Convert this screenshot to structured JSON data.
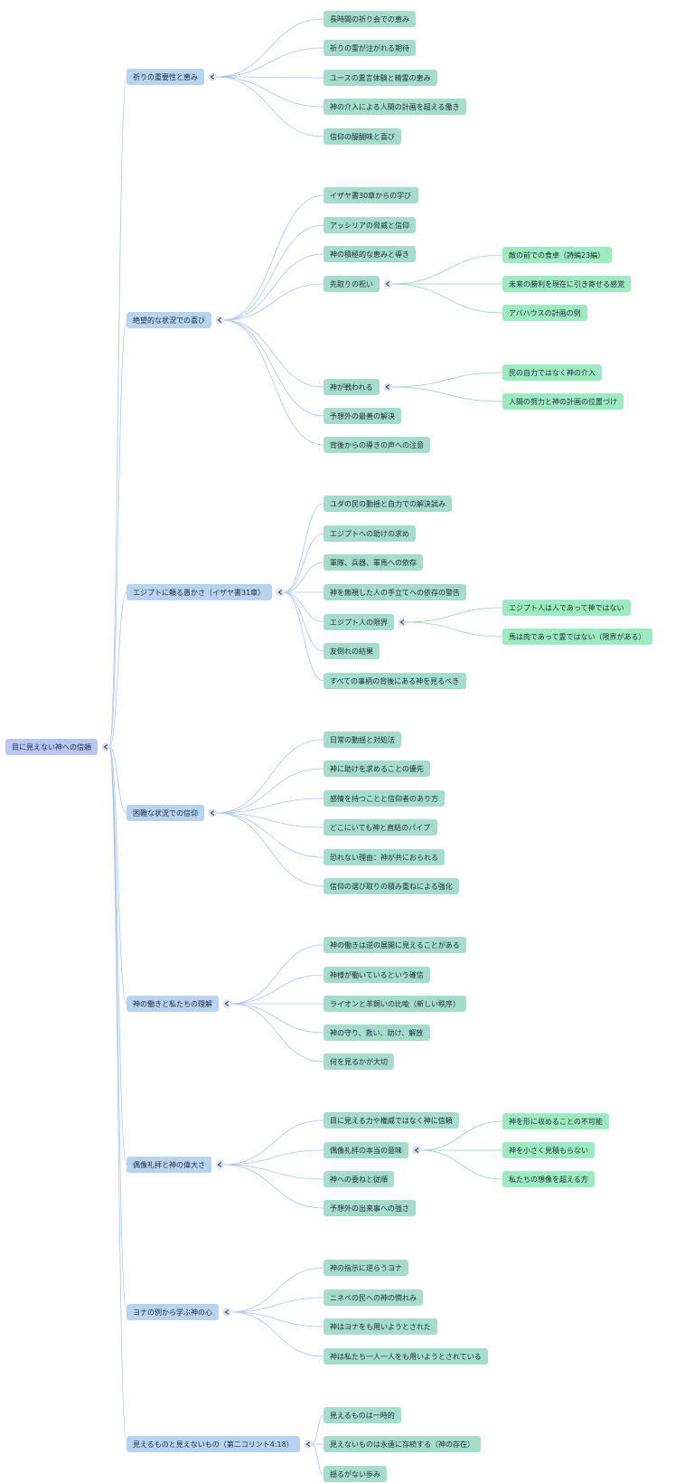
{
  "colors": {
    "root": "#b9c7f4",
    "level1": "#b8d3f0",
    "level2": "#a5dccb",
    "level3": "#9eeac0",
    "link_blue": "#a9c6ee",
    "link_green": "#8fd8b0",
    "collapse_button": "#d9e3f2"
  },
  "mindmap": {
    "root": {
      "label": "目に見えない神への信頼",
      "children": [
        {
          "label": "祈りの重要性と恵み",
          "children": [
            {
              "label": "長時間の祈り会での恵み"
            },
            {
              "label": "祈りの霊が注がれる期待"
            },
            {
              "label": "ユースの異言体験と精霊の恵み"
            },
            {
              "label": "神の介入による人間の計画を超える働き"
            },
            {
              "label": "信仰の醍醐味と喜び"
            }
          ]
        },
        {
          "label": "絶望的な状況での喜び",
          "children": [
            {
              "label": "イザヤ書30章からの学び"
            },
            {
              "label": "アッシリアの脅威と信仰"
            },
            {
              "label": "神の積極的な恵みと導き"
            },
            {
              "label": "先取りの祝い",
              "children": [
                {
                  "label": "敵の前での食卓（詩編23編）"
                },
                {
                  "label": "未来の勝利を現在に引き寄せる感覚"
                },
                {
                  "label": "アバハウスの計画の例"
                }
              ]
            },
            {
              "label": "神が戦われる",
              "children": [
                {
                  "label": "民の自力ではなく神の介入"
                },
                {
                  "label": "人間の努力と神の計画の位置づけ"
                }
              ]
            },
            {
              "label": "予想外の最善の解決"
            },
            {
              "label": "背後からの導きの声への注意"
            }
          ]
        },
        {
          "label": "エジプトに頼る愚かさ（イザヤ書31章）",
          "children": [
            {
              "label": "ユダの民の動揺と自力での解決試み"
            },
            {
              "label": "エジプトへの助けの求め"
            },
            {
              "label": "軍隊、兵器、軍馬への依存"
            },
            {
              "label": "神を無視した人の手立てへの依存の警告"
            },
            {
              "label": "エジプト人の限界",
              "children": [
                {
                  "label": "エジプト人は人であって神ではない"
                },
                {
                  "label": "馬は肉であって霊ではない（限界がある）"
                }
              ]
            },
            {
              "label": "友倒れの結果"
            },
            {
              "label": "すべての事柄の背後にある神を見るべき"
            }
          ]
        },
        {
          "label": "困難な状況での信仰",
          "children": [
            {
              "label": "日常の動揺と対処法"
            },
            {
              "label": "神に助けを求めることの優先"
            },
            {
              "label": "感情を持つことと信仰者のあり方"
            },
            {
              "label": "どこにいても神と直結のパイプ"
            },
            {
              "label": "恐れない理由：神が共におられる"
            },
            {
              "label": "信仰の選び取りの積み重ねによる強化"
            }
          ]
        },
        {
          "label": "神の働きと私たちの理解",
          "children": [
            {
              "label": "神の働きは逆の展開に見えることがある"
            },
            {
              "label": "神様が働いているという確信"
            },
            {
              "label": "ライオンと羊飼いの比喩（新しい秩序）"
            },
            {
              "label": "神の守り、救い、助け、解放"
            },
            {
              "label": "何を見るかが大切"
            }
          ]
        },
        {
          "label": "偶像礼拝と神の偉大さ",
          "children": [
            {
              "label": "目に見える力や権威ではなく神に信頼"
            },
            {
              "label": "偶像礼拝の本当の意味",
              "children": [
                {
                  "label": "神を形に収めることの不可能"
                },
                {
                  "label": "神を小さく見積もらない"
                },
                {
                  "label": "私たちの想像を超える方"
                }
              ]
            },
            {
              "label": "神への委ねと従順"
            },
            {
              "label": "予想外の出来事への強さ"
            }
          ]
        },
        {
          "label": "ヨナの例から学ぶ神の心",
          "children": [
            {
              "label": "神の指示に逆らうヨナ"
            },
            {
              "label": "ニネベの民への神の憐れみ"
            },
            {
              "label": "神はヨナをも用いようとされた"
            },
            {
              "label": "神は私たち一人一人をも用いようとされている"
            }
          ]
        },
        {
          "label": "見えるものと見えないもの（第二コリント4:18）",
          "children": [
            {
              "label": "見えるものは一時的"
            },
            {
              "label": "見えないものは永遠に存続する（神の存在）"
            },
            {
              "label": "揺るがない歩み"
            }
          ]
        }
      ]
    }
  }
}
